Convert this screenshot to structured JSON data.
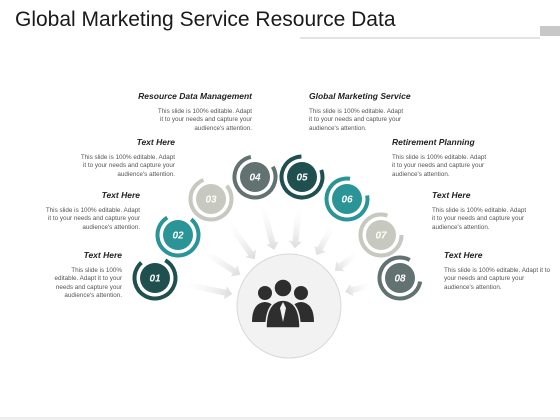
{
  "title": "Global Marketing Service Resource Data",
  "colors": {
    "dark_green": "#1f4f4f",
    "teal": "#2b9496",
    "light_gray": "#c7c8c0",
    "slate": "#627270",
    "arrow": "#e4e4e4",
    "center_circle": "#f2f2f2"
  },
  "center_icon": "people-group-icon",
  "steps": [
    {
      "number": "01",
      "color": "#1f4f4f"
    },
    {
      "number": "02",
      "color": "#2b9496"
    },
    {
      "number": "03",
      "color": "#c7c8c0"
    },
    {
      "number": "04",
      "color": "#627270"
    },
    {
      "number": "05",
      "color": "#1f4f4f"
    },
    {
      "number": "06",
      "color": "#2b9496"
    },
    {
      "number": "07",
      "color": "#c7c8c0"
    },
    {
      "number": "08",
      "color": "#627270"
    }
  ],
  "labels": [
    {
      "title": "Text Here",
      "desc": "This slide is 100% editable. Adapt it to your needs and capture your audience's attention."
    },
    {
      "title": "Text Here",
      "desc": "This slide is 100% editable. Adapt it to your needs and capture your audience's attention."
    },
    {
      "title": "Text Here",
      "desc": "This slide is 100% editable. Adapt it to your needs and capture your audience's attention."
    },
    {
      "title": "Resource Data Management",
      "desc": "This slide is 100% editable. Adapt it to your needs and capture your audience's attention."
    },
    {
      "title": "Global Marketing Service",
      "desc": "This slide is 100% editable. Adapt it to your needs and capture your audience's attention."
    },
    {
      "title": "Retirement Planning",
      "desc": "This slide is 100% editable. Adapt it to your needs and capture your audience's attention."
    },
    {
      "title": "Text Here",
      "desc": "This slide is 100% editable. Adapt it to your needs and capture your audience's attention."
    },
    {
      "title": "Text Here",
      "desc": "This slide is 100% editable. Adapt it to your needs and capture your audience's attention."
    }
  ]
}
